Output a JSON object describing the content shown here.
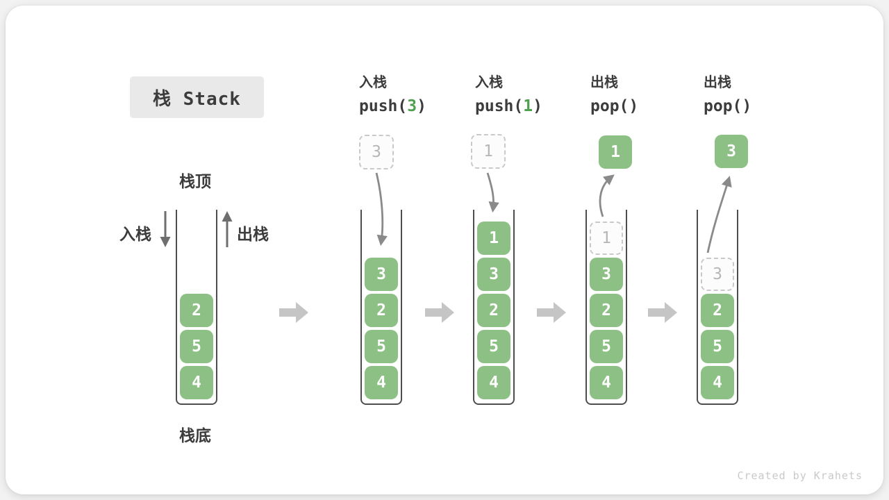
{
  "title": "栈 Stack",
  "footer": "Created by Krahets",
  "side_labels": {
    "top": "栈顶",
    "bottom": "栈底",
    "push": "入栈",
    "pop": "出栈"
  },
  "operations": [
    {
      "label": "入栈",
      "fn": "push(",
      "arg": "3",
      "close": ")"
    },
    {
      "label": "入栈",
      "fn": "push(",
      "arg": "1",
      "close": ")"
    },
    {
      "label": "出栈",
      "fn": "pop(",
      "arg": "",
      "close": ")"
    },
    {
      "label": "出栈",
      "fn": "pop(",
      "arg": "",
      "close": ")"
    }
  ],
  "floating_cells": [
    {
      "value": "3",
      "style": "dashed",
      "meaning": "element being pushed"
    },
    {
      "value": "1",
      "style": "dashed",
      "meaning": "element being pushed"
    },
    {
      "value": "1",
      "style": "solid",
      "meaning": "element popped"
    },
    {
      "value": "3",
      "style": "solid",
      "meaning": "element popped"
    }
  ],
  "stacks": [
    {
      "cells": [
        "2",
        "5",
        "4"
      ],
      "ghost": ""
    },
    {
      "cells": [
        "3",
        "2",
        "5",
        "4"
      ],
      "ghost": ""
    },
    {
      "cells": [
        "1",
        "3",
        "2",
        "5",
        "4"
      ],
      "ghost": ""
    },
    {
      "cells": [
        "3",
        "2",
        "5",
        "4"
      ],
      "ghost": "1"
    },
    {
      "cells": [
        "2",
        "5",
        "4"
      ],
      "ghost": "3"
    }
  ],
  "colors": {
    "cell_green": "#8dc084",
    "code_green": "#4fa14f",
    "text_dark": "#3c3c3c",
    "arrow_gray": "#8a8a8a",
    "big_arrow_gray": "#c5c5c5",
    "ghost_border": "#c9c9c9",
    "ghost_text": "#b6b6b6",
    "title_bg": "#e9e9e9",
    "footer_gray": "#c9c9c9"
  }
}
